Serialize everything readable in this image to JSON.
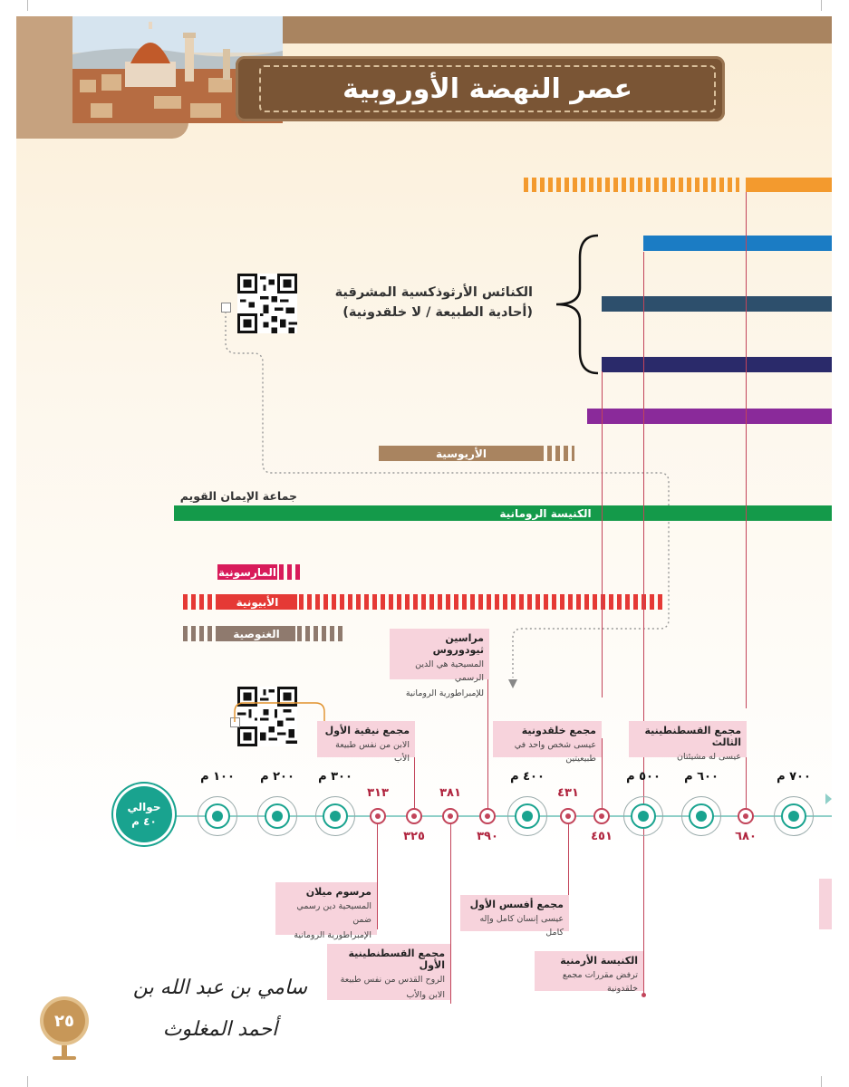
{
  "header": {
    "title": "عصر النهضة الأوروبية"
  },
  "colors": {
    "orange": "#f39a2e",
    "blue": "#1b7cc4",
    "slate": "#2d4f6c",
    "navy": "#2a2a6a",
    "purple": "#8a2a9a",
    "brown": "#a98460",
    "green": "#149a4a",
    "pink": "#d81b5a",
    "red": "#e53935",
    "taupe": "#8f7a6e",
    "teal": "#19a38f",
    "callout": "#f7d3dc"
  },
  "eastern": {
    "line1": "الكنائس الأرثوذكسية المشرقية",
    "line2": "(أحادية الطبيعة / لا خلقدونية)"
  },
  "bars": {
    "arian": "الأريوسية",
    "true_faith": "جماعة الإيمان القويم",
    "roman": "الكنيسة الرومانية",
    "marcionite": "المارسونية",
    "ebionite": "الأبيونية",
    "gnostic": "الغنوصية"
  },
  "callouts": {
    "theodosius": {
      "title": "مراسين ثيودوروس",
      "desc1": "المسيحية هي الدين الرسمي",
      "desc2": "للإمبراطورية الرومانية"
    },
    "nicaea": {
      "title": "مجمع نيقية الأول",
      "desc1": "الابن من نفس طبيعة الأب"
    },
    "chalcedon": {
      "title": "مجمع خلقدونية",
      "desc1": "عيسى شخص واحد في طبيعيتين"
    },
    "const3": {
      "title": "مجمع القسطنطينية الثالث",
      "desc1": "عيسى له مشيئتان"
    },
    "milan": {
      "title": "مرسوم ميلان",
      "desc1": "المسيحية دين رسمي ضمن",
      "desc2": "الإمبراطورية الرومانية"
    },
    "ephesus": {
      "title": "مجمع أفسس الأول",
      "desc1": "عيسى إنسان كامل وإله كامل"
    },
    "const1": {
      "title": "مجمع القسطنطينية الأول",
      "desc1": "الروح القدس من نفس طبيعة",
      "desc2": "الابن والأب"
    },
    "armenian": {
      "title": "الكنيسة الأرمنية",
      "desc1": "ترفض مقررات مجمع خلقدونية"
    }
  },
  "timeline": {
    "start_line1": "حوالي",
    "start_line2": "٤٠ م",
    "centuries": [
      "١٠٠ م",
      "٢٠٠ م",
      "٣٠٠ م",
      "٤٠٠ م",
      "٥٠٠ م",
      "٦٠٠ م",
      "٧٠٠ م"
    ],
    "events_top": [
      "٣١٣",
      "٣٨١",
      "٤٣١"
    ],
    "events_bottom": [
      "٣٢٥",
      "٣٩٠",
      "٤٥١",
      "٦٨٠"
    ]
  },
  "signature": "سامي بن عبد الله بن أحمد المغلوث",
  "page_number": "٢٥"
}
